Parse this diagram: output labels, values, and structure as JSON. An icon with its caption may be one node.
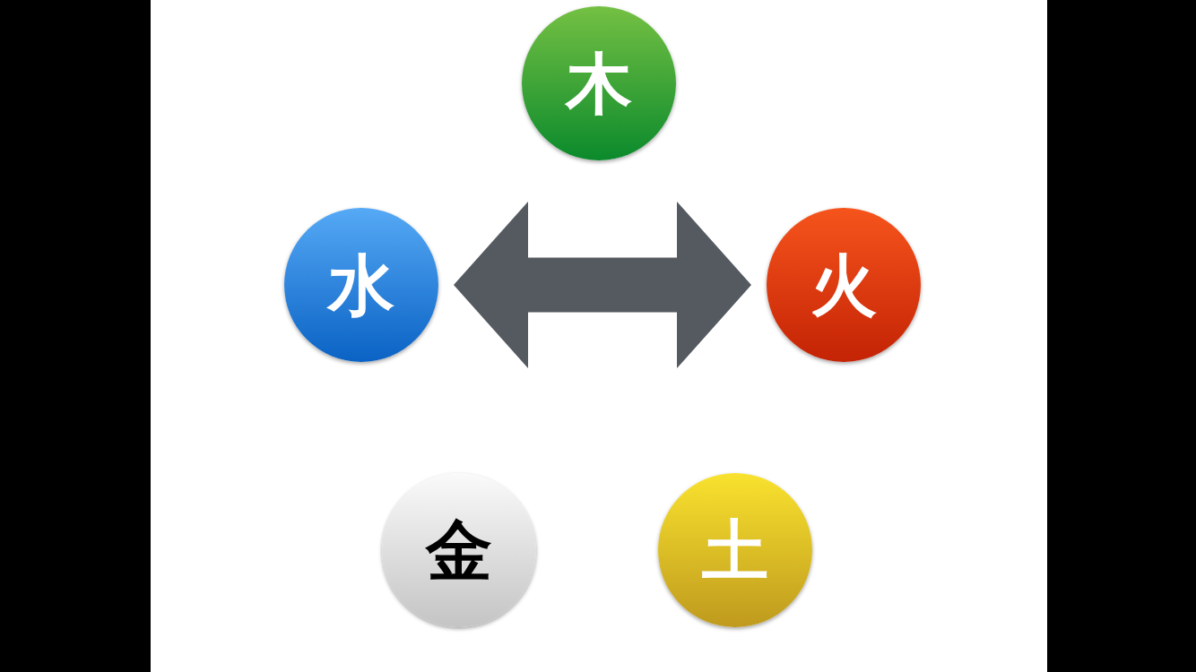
{
  "diagram": {
    "nodes": [
      {
        "text": [
          "木"
        ]
      },
      {
        "text": [
          "水"
        ]
      },
      {
        "text": [
          "火"
        ]
      },
      {
        "text": [
          "金"
        ]
      },
      {
        "text": [
          "土"
        ]
      }
    ],
    "edges": [
      {
        "from": 1,
        "to": 2,
        "arrow": "both"
      }
    ]
  }
}
